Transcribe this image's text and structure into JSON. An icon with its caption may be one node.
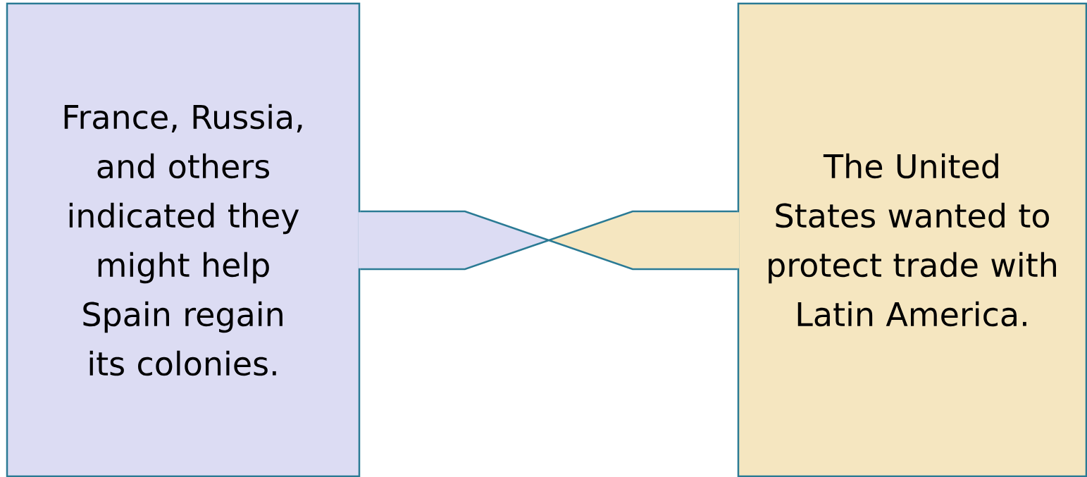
{
  "diagram": {
    "nodes": [
      {
        "text": [
          "France, Russia, and others indicated they might help Spain regain its colonies."
        ]
      },
      {
        "text": [
          "The United States wanted to protect trade with Latin America."
        ]
      }
    ],
    "edges": [
      {
        "from": 0,
        "to": 1,
        "arrow": "none"
      }
    ]
  }
}
